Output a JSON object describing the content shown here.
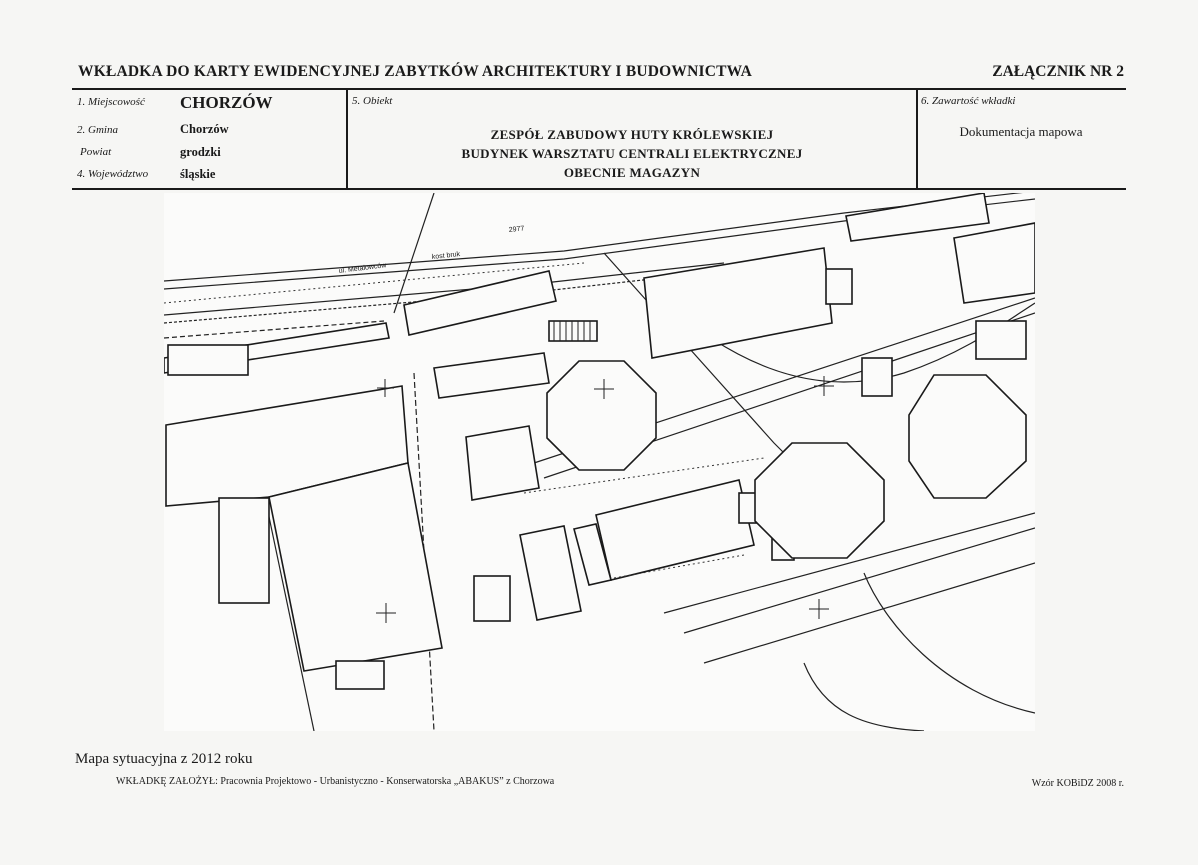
{
  "header": {
    "title": "WKŁADKA DO KARTY EWIDENCYJNEJ ZABYTKÓW ARCHITEKTURY I BUDOWNICTWA",
    "attachment": "ZAŁĄCZNIK NR 2"
  },
  "fields": {
    "locality_label": "1. Miejscowość",
    "locality_value": "CHORZÓW",
    "commune_label": "2. Gmina",
    "commune_value": "Chorzów",
    "county_label": "Powiat",
    "county_value": "grodzki",
    "voivodeship_label": "4. Województwo",
    "voivodeship_value": "śląskie",
    "object_label": "5. Obiekt",
    "object_lines": [
      "ZESPÓŁ ZABUDOWY HUTY KRÓLEWSKIEJ",
      "BUDYNEK WARSZTATU CENTRALI ELEKTRYCZNEJ",
      "OBECNIE MAGAZYN"
    ],
    "content_label": "6. Zawartość wkładki",
    "content_value": "Dokumentacja mapowa"
  },
  "map": {
    "street_label": "ul. Metalowców",
    "number_label": "2977",
    "pavement_label": "kost bruk"
  },
  "footer": {
    "caption": "Mapa sytuacyjna z 2012 roku",
    "founder": "WKŁADKĘ ZAŁOŻYŁ: Pracownia Projektowo - Urbanistyczno - Konserwatorska „ABAKUS” z Chorzowa",
    "form_version": "Wzór KOBiDZ 2008 r."
  }
}
